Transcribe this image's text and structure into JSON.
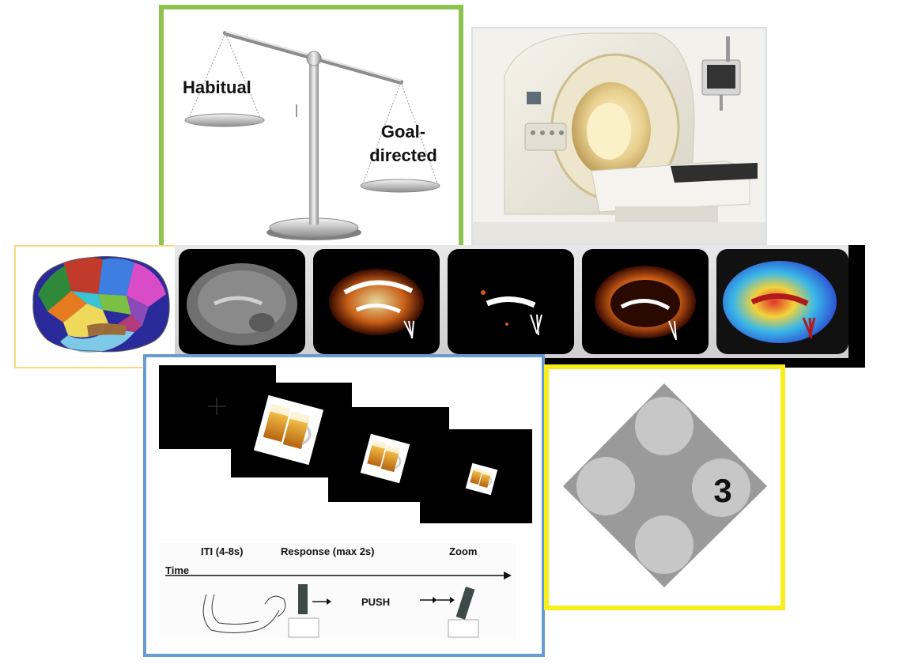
{
  "balance": {
    "left_label": "Habitual",
    "right_label_line1": "Goal-",
    "right_label_line2": "directed"
  },
  "task": {
    "iti_label": "ITI (4-8s)",
    "response_label": "Response (max 2s)",
    "zoom_label": "Zoom",
    "time_label": "Time",
    "push_label": "PUSH"
  },
  "diamond": {
    "digit": "3"
  },
  "colors": {
    "balance_border": "#8dc34f",
    "mri_border": "#d9e1ee",
    "parcel_border": "#f7d97e",
    "task_border": "#6a9bd0",
    "diamond_border": "#f8ee1c"
  }
}
